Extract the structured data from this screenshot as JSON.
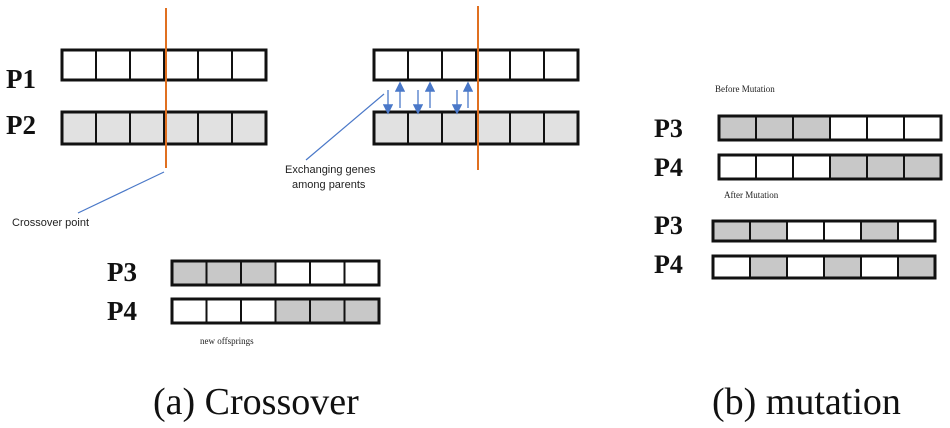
{
  "colors": {
    "gene_white": "#ffffff",
    "gene_gray": "#c8c8c8",
    "gene_light_gray": "#e1e1e1",
    "cut_line": "#e07020",
    "arrow_blue": "#4a78c8",
    "text": "#111111"
  },
  "crossover": {
    "parents": [
      {
        "label": "P1",
        "genes": [
          0,
          0,
          0,
          0,
          0,
          0
        ]
      },
      {
        "label": "P2",
        "genes": [
          2,
          2,
          2,
          2,
          2,
          2
        ]
      }
    ],
    "after_parents": [
      {
        "genes": [
          0,
          0,
          0,
          0,
          0,
          0
        ]
      },
      {
        "genes": [
          2,
          2,
          2,
          2,
          2,
          2
        ]
      }
    ],
    "crossover_point_text": "Crossover point",
    "exchange_text_line1": "Exchanging genes",
    "exchange_text_line2": "among parents",
    "offspring": [
      {
        "label": "P3",
        "genes": [
          1,
          1,
          1,
          0,
          0,
          0
        ]
      },
      {
        "label": "P4",
        "genes": [
          0,
          0,
          0,
          1,
          1,
          1
        ]
      }
    ],
    "offspring_caption": "new offsprings",
    "caption": "(a) Crossover"
  },
  "mutation": {
    "before_title": "Before Mutation",
    "before": [
      {
        "label": "P3",
        "genes": [
          1,
          1,
          1,
          0,
          0,
          0
        ]
      },
      {
        "label": "P4",
        "genes": [
          0,
          0,
          0,
          1,
          1,
          1
        ]
      }
    ],
    "after_title": "After Mutation",
    "after": [
      {
        "label": "P3",
        "genes": [
          1,
          1,
          0,
          0,
          1,
          0
        ]
      },
      {
        "label": "P4",
        "genes": [
          0,
          1,
          0,
          1,
          0,
          1
        ]
      }
    ],
    "caption": "(b) mutation"
  }
}
